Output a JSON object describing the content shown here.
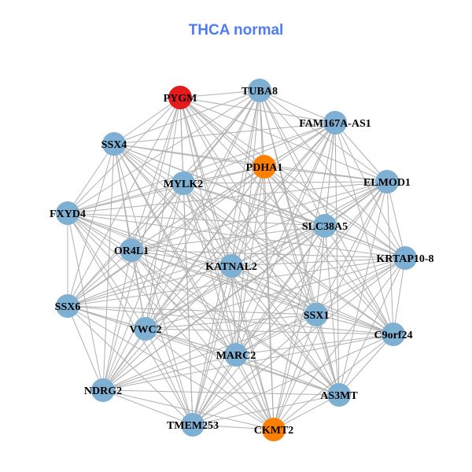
{
  "title": "THCA normal",
  "colors": {
    "title": "#4f7cf0",
    "default_node": "#7eb0d3",
    "edge": "#b0b0b0",
    "highlight_red": "#e41a1c",
    "highlight_orange": "#ff7f00"
  },
  "nodes": [
    {
      "id": "PYGM",
      "color": "#e41a1c"
    },
    {
      "id": "TUBA8",
      "color": "#7eb0d3"
    },
    {
      "id": "FAM167A-AS1",
      "color": "#7eb0d3"
    },
    {
      "id": "SSX4",
      "color": "#7eb0d3"
    },
    {
      "id": "PDHA1",
      "color": "#ff7f00"
    },
    {
      "id": "ELMOD1",
      "color": "#7eb0d3"
    },
    {
      "id": "MYLK2",
      "color": "#7eb0d3"
    },
    {
      "id": "FXYD4",
      "color": "#7eb0d3"
    },
    {
      "id": "SLC38A5",
      "color": "#7eb0d3"
    },
    {
      "id": "OR4L1",
      "color": "#7eb0d3"
    },
    {
      "id": "KRTAP10-8",
      "color": "#7eb0d3"
    },
    {
      "id": "KATNAL2",
      "color": "#7eb0d3"
    },
    {
      "id": "SSX6",
      "color": "#7eb0d3"
    },
    {
      "id": "SSX1",
      "color": "#7eb0d3"
    },
    {
      "id": "VWC2",
      "color": "#7eb0d3"
    },
    {
      "id": "C9orf24",
      "color": "#7eb0d3"
    },
    {
      "id": "MARC2",
      "color": "#7eb0d3"
    },
    {
      "id": "NDRG2",
      "color": "#7eb0d3"
    },
    {
      "id": "AS3MT",
      "color": "#7eb0d3"
    },
    {
      "id": "TMEM253",
      "color": "#7eb0d3"
    },
    {
      "id": "CKMT2",
      "color": "#ff7f00"
    }
  ],
  "edges": "all-pairs"
}
